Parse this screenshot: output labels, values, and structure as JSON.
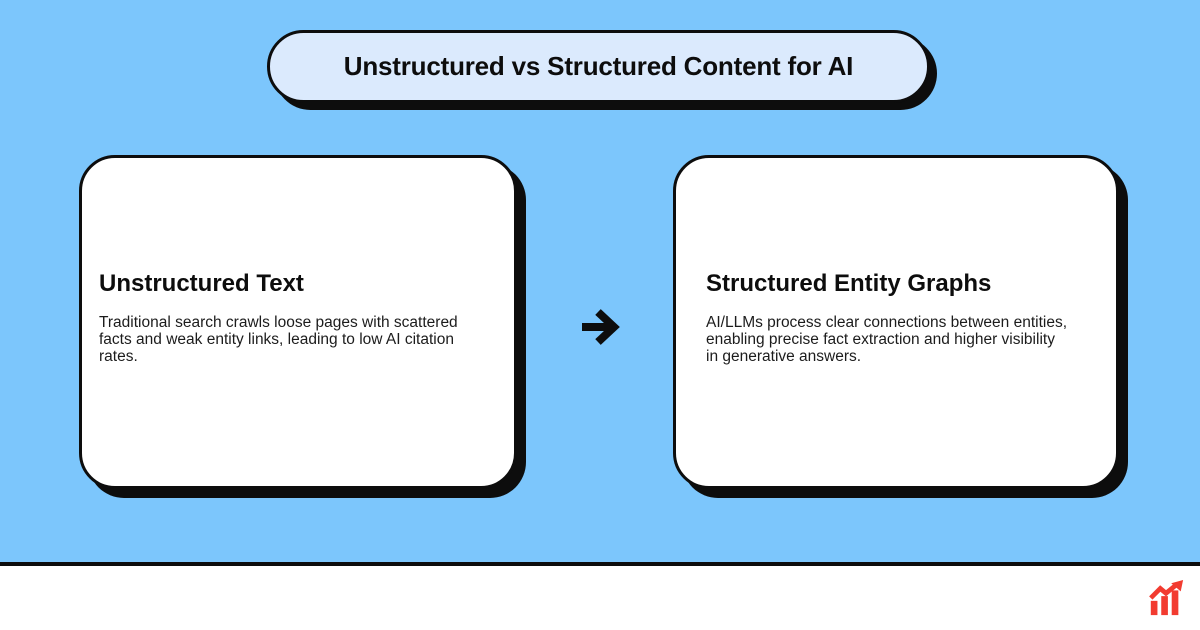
{
  "title": {
    "text": "Unstructured vs Structured Content for AI"
  },
  "cards": [
    {
      "heading": "Unstructured Text",
      "body": "Traditional search crawls loose pages with scattered\nfacts and weak entity links, leading to low AI citation\nrates."
    },
    {
      "heading": "Structured Entity Graphs",
      "body": "AI/LLMs process clear connections between entities,\nenabling precise fact extraction and higher visibility\nin generative answers."
    }
  ],
  "icons": {
    "between_cards": "arrow-right-icon",
    "footer_logo": "trending-bar-chart-icon"
  },
  "colors": {
    "background": "#7cc6fc",
    "pill_fill": "#dbeafd",
    "card_fill": "#ffffff",
    "outline_and_shadow": "#0d0d0d",
    "body_text": "#1c1c1c",
    "logo_red": "#f23b30"
  }
}
